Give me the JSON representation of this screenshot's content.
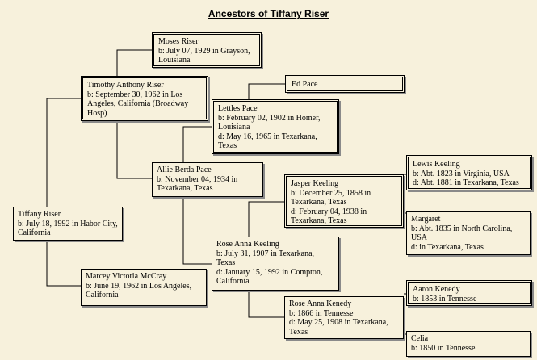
{
  "title": "Ancestors of Tiffany Riser",
  "people": {
    "tiffany": {
      "name": "Tiffany Riser",
      "birth": "b: July 18, 1992 in Habor City, California"
    },
    "timothy": {
      "name": "Timothy Anthony Riser",
      "birth": "b: September 30, 1962 in Los Angeles, California (Broadway Hosp)"
    },
    "marcey": {
      "name": "Marcey Victoria McCray",
      "birth": "b: June 19, 1962 in Los Angeles, California"
    },
    "moses": {
      "name": "Moses Riser",
      "birth": "b: July 07, 1929 in Grayson, Louisiana"
    },
    "allie": {
      "name": "Allie Berda Pace",
      "birth": "b: November 04, 1934 in Texarkana, Texas"
    },
    "lettles": {
      "name": "Lettles Pace",
      "birth": "b: February 02, 1902 in Homer, Louisiana",
      "death": "d: May 16, 1965 in Texarkana, Texas"
    },
    "ed": {
      "name": "Ed Pace"
    },
    "roseAnnaKeeling": {
      "name": "Rose Anna Keeling",
      "birth": "b: July 31, 1907 in Texarkana, Texas",
      "death": "d: January 15, 1992 in Compton, California"
    },
    "jasper": {
      "name": "Jasper Keeling",
      "birth": "b: December 25, 1858 in Texarkana, Texas",
      "death": "d: February 04, 1938 in Texarkana, Texas"
    },
    "lewis": {
      "name": "Lewis Keeling",
      "birth": "b: Abt. 1823 in Virginia, USA",
      "death": "d: Abt. 1881 in Texarkana, Texas"
    },
    "margaret": {
      "name": "Margaret",
      "birth": "b: Abt. 1835 in North Carolina, USA",
      "death": "d: in Texarkana, Texas"
    },
    "roseAnnaKenedy": {
      "name": "Rose Anna Kenedy",
      "birth": "b: 1866 in Tennesse",
      "death": "d: May 25, 1908 in Texarkana, Texas"
    },
    "aaron": {
      "name": "Aaron Kenedy",
      "birth": "b: 1853 in Tennesse"
    },
    "celia": {
      "name": "Celia",
      "birth": "b: 1850 in Tennesse"
    }
  }
}
